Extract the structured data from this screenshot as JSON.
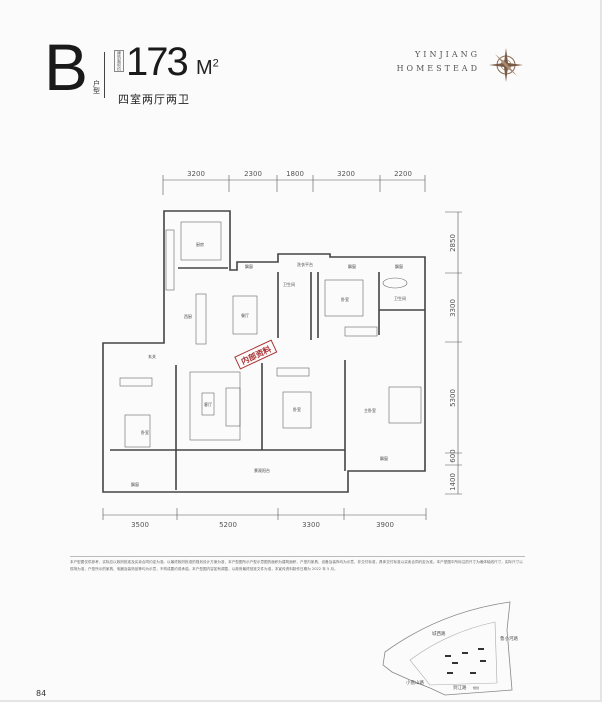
{
  "header": {
    "type_letter": "B",
    "type_suffix": "户型",
    "area_tag": "建筑面积约",
    "area_value": "173",
    "area_unit": "M",
    "area_sup": "2",
    "layout_description": "四室两厅两卫",
    "brand_line1": "YINJIANG",
    "brand_line2": "HOMESTEAD"
  },
  "dimensions": {
    "top": [
      "3200",
      "2300",
      "1800",
      "3200",
      "2200"
    ],
    "bottom": [
      "3500",
      "5200",
      "3300",
      "3900"
    ],
    "right": [
      "2850",
      "3300",
      "5300",
      "600",
      "1400"
    ]
  },
  "rooms": {
    "kitchen": "厨房",
    "western_kitchen": "西厨",
    "dining": "餐厅",
    "living": "客厅",
    "entry": "玄关",
    "bedroom_left": "卧室",
    "bedroom_mid": "卧室",
    "bedroom_top": "卧室",
    "master_bedroom": "主卧室",
    "bathroom_public": "卫生间",
    "bathroom_master": "卫生间",
    "laundry": "洗衣平台",
    "bay_window_1": "飘窗",
    "bay_window_2": "飘窗",
    "bay_window_3": "飘窗",
    "bay_window_4": "飘窗",
    "bay_window_5": "飘窗",
    "balcony": "景观阳台"
  },
  "stamp": "内部资料",
  "note": "本户型图仅供参考，实际应以政府批准及买卖合同约定为准。以最终政府批准的规划设计方案为准，本户型图所示户型示意图的面积为建筑面积，户型内家具、设备及装饰均为示意，非交付标准，具体交付标准以买卖合同约定为准。本户型图中所标注的尺寸为墙体轴线尺寸，实际尺寸以现场为准，户型所示的家具、电器及装饰品等均为示意，不构成要约或承诺。本户型图内容如有调整，以政府最终批准文件为准，本宣传资料制作日期为 2022 年 5 月。",
  "site_map": {
    "road_north": "城西路",
    "road_east": "鲁小河路",
    "road_south": "到江路",
    "road_south_tag": "规划",
    "road_west": "小盘山路"
  },
  "page_number": "84"
}
